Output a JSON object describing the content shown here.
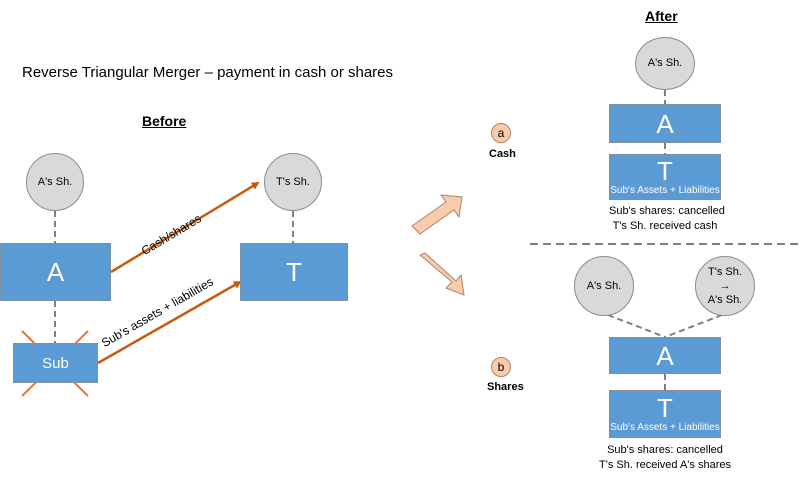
{
  "title": "Reverse Triangular Merger – payment in cash or shares",
  "before": {
    "heading": "Before",
    "a_shareholders": "A's Sh.",
    "t_shareholders": "T's Sh.",
    "a_box": "A",
    "t_box": "T",
    "sub_box": "Sub",
    "arrow_cash_label": "Cash/shares",
    "arrow_assets_label": "Sub's assets + liabilities"
  },
  "after": {
    "heading": "After",
    "option_a": {
      "badge": "a",
      "label": "Cash",
      "a_shareholders": "A's Sh.",
      "a_box": "A",
      "t_box": "T",
      "t_box_sub": "Sub's Assets + Liabilities",
      "caption_line1": "Sub's shares: cancelled",
      "caption_line2": "T's Sh. received cash"
    },
    "option_b": {
      "badge": "b",
      "label": "Shares",
      "a_shareholders": "A's Sh.",
      "t_shareholders_line1": "T's Sh.",
      "t_shareholders_arrow": "→",
      "t_shareholders_line2": "A's Sh.",
      "a_box": "A",
      "t_box": "T",
      "t_box_sub": "Sub's Assets + Liabilities",
      "caption_line1": "Sub's shares: cancelled",
      "caption_line2": "T's Sh. received A's shares"
    }
  },
  "colors": {
    "box_fill": "#5b9bd5",
    "circle_fill": "#d9d9d9",
    "arrow_orange": "#c55a11",
    "big_arrow_fill": "#f8cbad",
    "cross_orange": "#e07b39"
  }
}
